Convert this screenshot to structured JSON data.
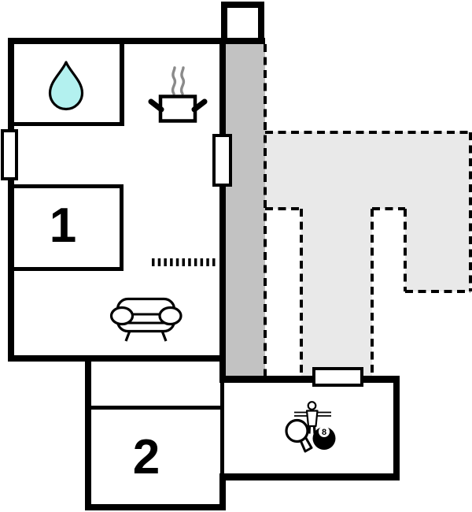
{
  "floorplan": {
    "colors": {
      "wall": "#000000",
      "porch_fill": "#c2c2c2",
      "terrace_fill": "#e9e9e9",
      "water_drop_fill": "#b3f1ef",
      "steam_stroke": "#8a8a8a",
      "background": "#ffffff"
    },
    "labels": {
      "bedroom_1": "1",
      "bedroom_2": "2",
      "billiard_ball": "8"
    },
    "icons": [
      {
        "name": "water-drop-icon"
      },
      {
        "name": "cooking-pot-icon"
      },
      {
        "name": "steam-icon"
      },
      {
        "name": "sofa-icon"
      },
      {
        "name": "foosball-player-icon"
      },
      {
        "name": "table-tennis-paddle-icon"
      },
      {
        "name": "billiard-8-ball-icon"
      }
    ]
  }
}
